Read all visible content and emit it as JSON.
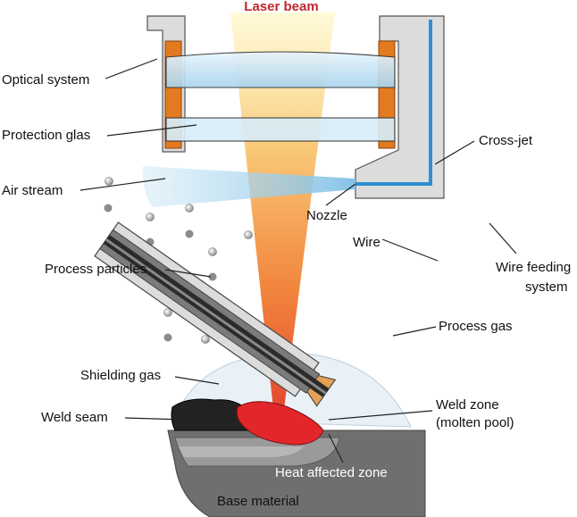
{
  "title": "Laser beam",
  "labels": {
    "optical_system": "Optical system",
    "protection_glas": "Protection glas",
    "air_stream": "Air stream",
    "process_particles": "Process particles",
    "shielding_gas": "Shielding gas",
    "weld_seam": "Weld seam",
    "cross_jet": "Cross-jet",
    "nozzle": "Nozzle",
    "wire": "Wire",
    "wire_feeding_line1": "Wire feeding",
    "wire_feeding_line2": "system",
    "process_gas": "Process gas",
    "weld_zone_line1": "Weld zone",
    "weld_zone_line2": "(molten pool)",
    "heat_affected_zone": "Heat affected zone",
    "base_material": "Base material"
  },
  "colors": {
    "title": "#c0282c",
    "housing": "#dcdcdc",
    "housing_stroke": "#555555",
    "lens_frame": "#e37a1f",
    "lens": "#c8e4f4",
    "cross_jet_channel": "#2f8fd3",
    "air_stream": "#a9d6ef",
    "molten_pool": "#e3262a",
    "weld_seam": "#222222",
    "base_material": "#6f6f6f",
    "heat_affected_zone": "#9a9a9a",
    "shielding_gas": "#e7f0f7",
    "particle": "#9e9e9e"
  },
  "icons": {
    "beam": "laser-beam-icon",
    "wire_feeder": "wire-feeder-icon"
  }
}
